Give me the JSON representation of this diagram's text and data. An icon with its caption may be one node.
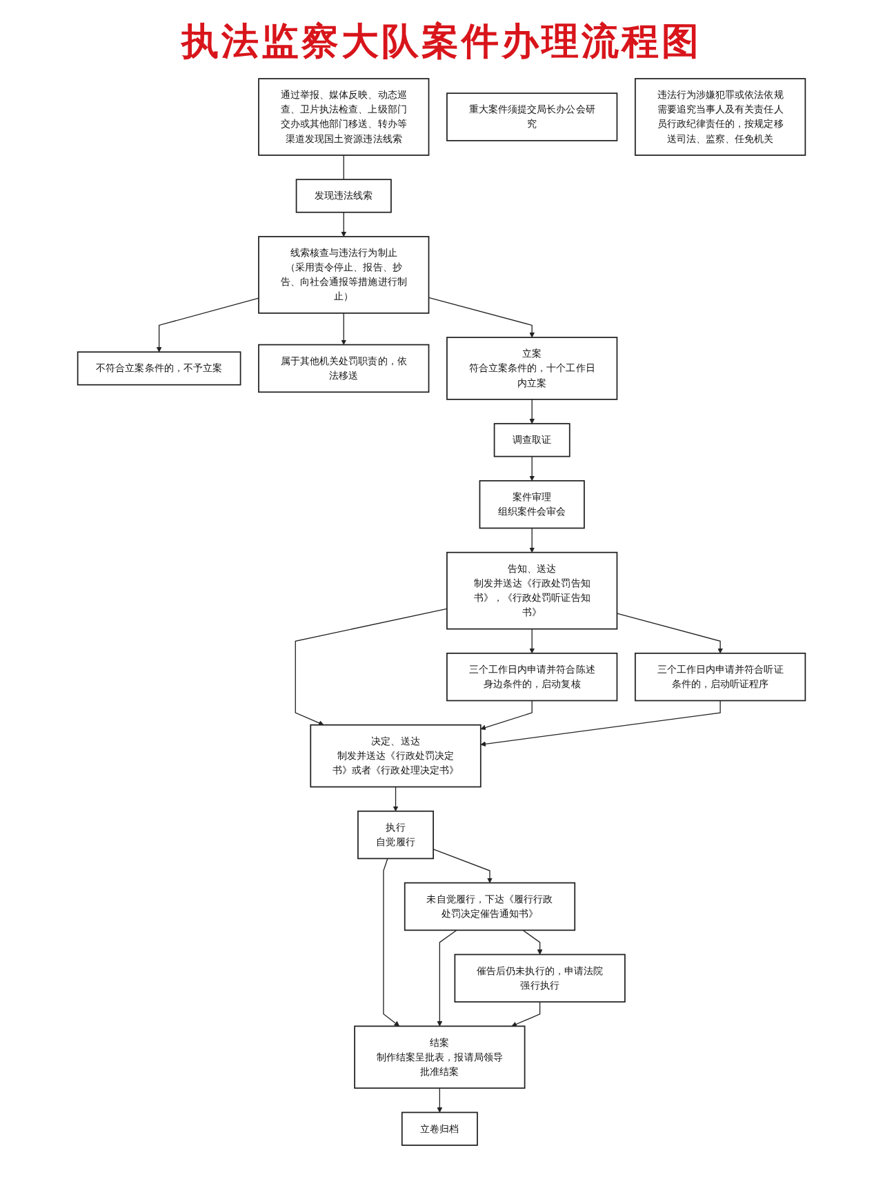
{
  "diagram": {
    "title": "执法监察大队案件办理流程图",
    "nodes": [
      {
        "text": [
          "发现违法线索"
        ]
      },
      {
        "text": [
          "通过举报、媒体反映、动态巡查、卫片执法检查、上级部门交办或其他部门移送、转办等渠道发现国土资源违法线索"
        ]
      },
      {
        "text": [
          "不符合立案条件的，不予立案"
        ]
      },
      {
        "text": [
          "线索核查与违法行为制止",
          "（采用责令停止、报告、抄告、向社会通报等措施进行制止）"
        ]
      },
      {
        "text": [
          "属于其他机关处罚职责的，依法移送"
        ]
      },
      {
        "text": [
          "立案",
          "符合立案条件的，十个工作日内立案"
        ]
      },
      {
        "text": [
          "调查取证"
        ]
      },
      {
        "text": [
          "重大案件须提交局长办公会研究"
        ]
      },
      {
        "text": [
          "案件审理",
          "组织案件会审会"
        ]
      },
      {
        "text": [
          "三个工作日内申请并符合陈述身边条件的，启动复核"
        ]
      },
      {
        "text": [
          "告知、送达",
          "制发并送达《行政处罚告知书》，《行政处罚听证告知书》"
        ]
      },
      {
        "text": [
          "三个工作日内申请并符合听证条件的，启动听证程序"
        ]
      },
      {
        "text": [
          "决定、送达",
          "制发并送达《行政处罚决定书》或者《行政处理决定书》"
        ]
      },
      {
        "text": [
          "违法行为涉嫌犯罪或依法依规需要追究当事人及有关责任人员行政纪律责任的，按规定移送司法、监察、任免机关"
        ]
      },
      {
        "text": [
          "执行",
          "自觉履行"
        ]
      },
      {
        "text": [
          "未自觉履行，下达《履行行政处罚决定催告通知书》"
        ]
      },
      {
        "text": [
          "结案",
          "制作结案呈批表，报请局领导批准结案"
        ]
      },
      {
        "text": [
          "催告后仍未执行的，申请法院强行执行"
        ]
      },
      {
        "text": [
          "立卷归档"
        ]
      }
    ],
    "edges": [
      {
        "from": 1,
        "to": 0,
        "arrow": "none"
      },
      {
        "from": 0,
        "to": 3,
        "arrow": "to"
      },
      {
        "from": 3,
        "to": 2,
        "arrow": "to"
      },
      {
        "from": 3,
        "to": 4,
        "arrow": "to"
      },
      {
        "from": 3,
        "to": 5,
        "arrow": "to"
      },
      {
        "from": 5,
        "to": 6,
        "arrow": "to"
      },
      {
        "from": 6,
        "to": 8,
        "arrow": "to"
      },
      {
        "from": 8,
        "to": 10,
        "arrow": "to"
      },
      {
        "from": 10,
        "to": 9,
        "arrow": "to"
      },
      {
        "from": 10,
        "to": 11,
        "arrow": "to"
      },
      {
        "from": 10,
        "to": 12,
        "arrow": "to"
      },
      {
        "from": 9,
        "to": 12,
        "arrow": "to"
      },
      {
        "from": 11,
        "to": 12,
        "arrow": "to"
      },
      {
        "from": 12,
        "to": 14,
        "arrow": "to"
      },
      {
        "from": 14,
        "to": 15,
        "arrow": "to"
      },
      {
        "from": 14,
        "to": 16,
        "arrow": "to"
      },
      {
        "from": 15,
        "to": 16,
        "arrow": "to"
      },
      {
        "from": 15,
        "to": 17,
        "arrow": "to"
      },
      {
        "from": 17,
        "to": 16,
        "arrow": "to"
      },
      {
        "from": 16,
        "to": 18,
        "arrow": "to"
      }
    ]
  }
}
